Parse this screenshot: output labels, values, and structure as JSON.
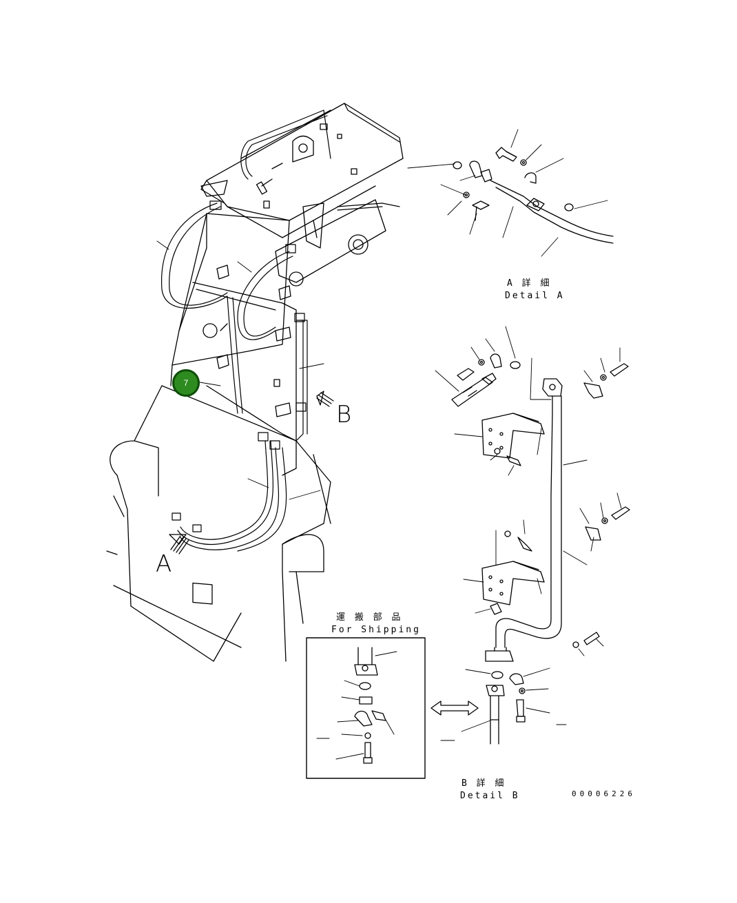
{
  "diagram": {
    "detail_a": {
      "title_jp": "A 詳 細",
      "title_en": "Detail A"
    },
    "detail_b": {
      "title_jp": "B 詳 細",
      "title_en": "Detail B"
    },
    "shipping": {
      "title_jp": "運 搬 部 品",
      "title_en": "For Shipping"
    },
    "view_a": "A",
    "view_b": "B",
    "drawing_number": "00006226",
    "callout": {
      "number": "7",
      "color": "#2e8b1f"
    }
  }
}
